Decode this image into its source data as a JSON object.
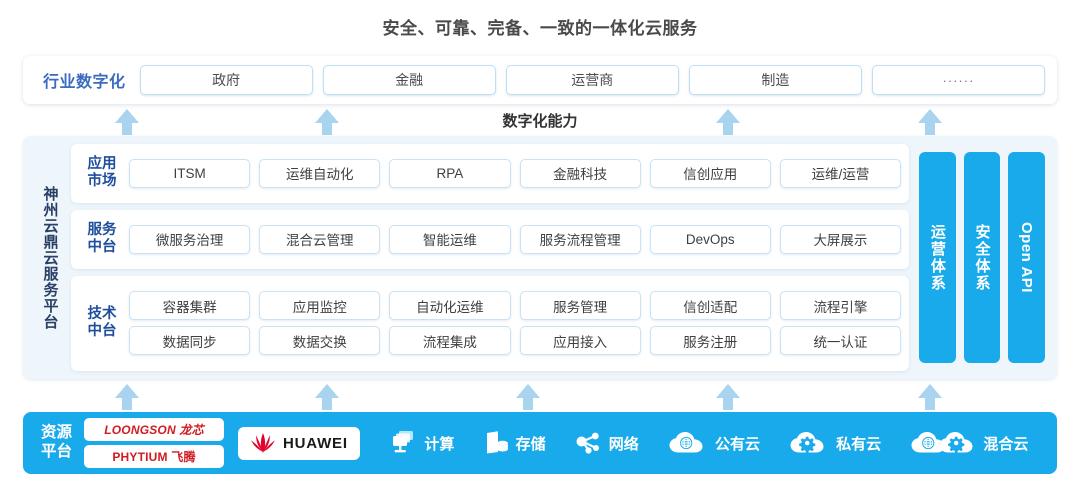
{
  "title": "安全、可靠、完备、一致的一体化云服务",
  "industry": {
    "label": "行业数字化",
    "items": [
      "政府",
      "金融",
      "运营商",
      "制造",
      "······"
    ]
  },
  "capability_label": "数字化能力",
  "platform": {
    "vertical_title": "神州云鼎云服务平台",
    "layers": [
      {
        "label": "应用\n市场",
        "rows": [
          [
            "ITSM",
            "运维自动化",
            "RPA",
            "金融科技",
            "信创应用",
            "运维/运营"
          ]
        ]
      },
      {
        "label": "服务\n中台",
        "rows": [
          [
            "微服务治理",
            "混合云管理",
            "智能运维",
            "服务流程管理",
            "DevOps",
            "大屏展示"
          ]
        ]
      },
      {
        "label": "技术\n中台",
        "rows": [
          [
            "容器集群",
            "应用监控",
            "自动化运维",
            "服务管理",
            "信创适配",
            "流程引擎"
          ],
          [
            "数据同步",
            "数据交换",
            "流程集成",
            "应用接入",
            "服务注册",
            "统一认证"
          ]
        ]
      }
    ],
    "vertical_bars": [
      {
        "text": "运营体系",
        "lang": "cn"
      },
      {
        "text": "安全体系",
        "lang": "cn"
      },
      {
        "text": "Open API",
        "lang": "en"
      }
    ]
  },
  "resource": {
    "label": "资源\n平台",
    "chip_logos": [
      "LOONGSON 龙芯",
      "PHYTIUM 飞腾"
    ],
    "huawei_label": "HUAWEI",
    "items": [
      {
        "label": "计算",
        "icon": "compute-icon"
      },
      {
        "label": "存储",
        "icon": "storage-icon"
      },
      {
        "label": "网络",
        "icon": "network-icon"
      },
      {
        "label": "公有云",
        "icon": "public-cloud-icon"
      },
      {
        "label": "私有云",
        "icon": "private-cloud-icon"
      },
      {
        "label": "混合云",
        "icon": "hybrid-cloud-icon"
      }
    ]
  },
  "colors": {
    "brand_blue": "#18aaea",
    "arrow_blue": "#a8d4f0",
    "panel_bg": "#eef6fb",
    "industry_title": "#3b6cc0",
    "layer_label": "#1f4e9c",
    "chip_red": "#d01b22"
  }
}
